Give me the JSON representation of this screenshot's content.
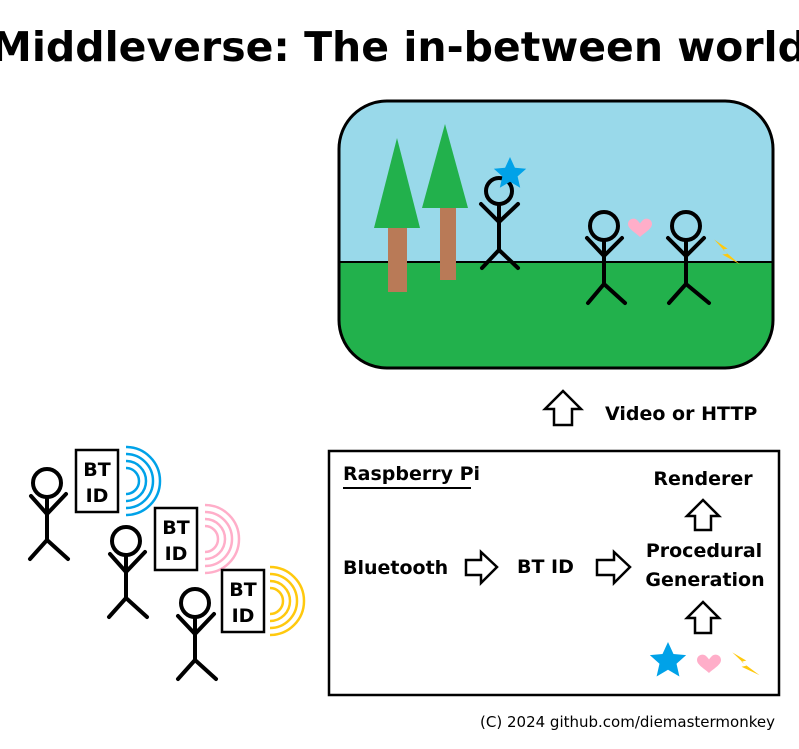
{
  "title": "Middleverse: The in-between world",
  "scene": {
    "colors": {
      "sky": "#99d9ea",
      "grass": "#22b14c",
      "tree_foliage": "#22b14c",
      "tree_trunk": "#b97a57",
      "star": "#00a2e8",
      "heart": "#ffaec9",
      "lightning": "#ffc90e"
    },
    "characters": [
      {
        "item": "star-icon"
      },
      {
        "item": "heart-icon"
      },
      {
        "item": "lightning-icon"
      }
    ]
  },
  "link_label": "Video or HTTP",
  "raspberry_pi": {
    "title": "Raspberry Pi",
    "bluetooth": "Bluetooth",
    "bt_id": "BT ID",
    "renderer": "Renderer",
    "procgen_line1": "Procedural",
    "procgen_line2": "Generation",
    "inputs": [
      "star-icon",
      "heart-icon",
      "lightning-icon"
    ]
  },
  "users": [
    {
      "badge_line1": "BT",
      "badge_line2": "ID",
      "signal_color": "#00a2e8"
    },
    {
      "badge_line1": "BT",
      "badge_line2": "ID",
      "signal_color": "#ffaec9"
    },
    {
      "badge_line1": "BT",
      "badge_line2": "ID",
      "signal_color": "#ffc90e"
    }
  ],
  "credit": "(C) 2024 github.com/diemastermonkey"
}
